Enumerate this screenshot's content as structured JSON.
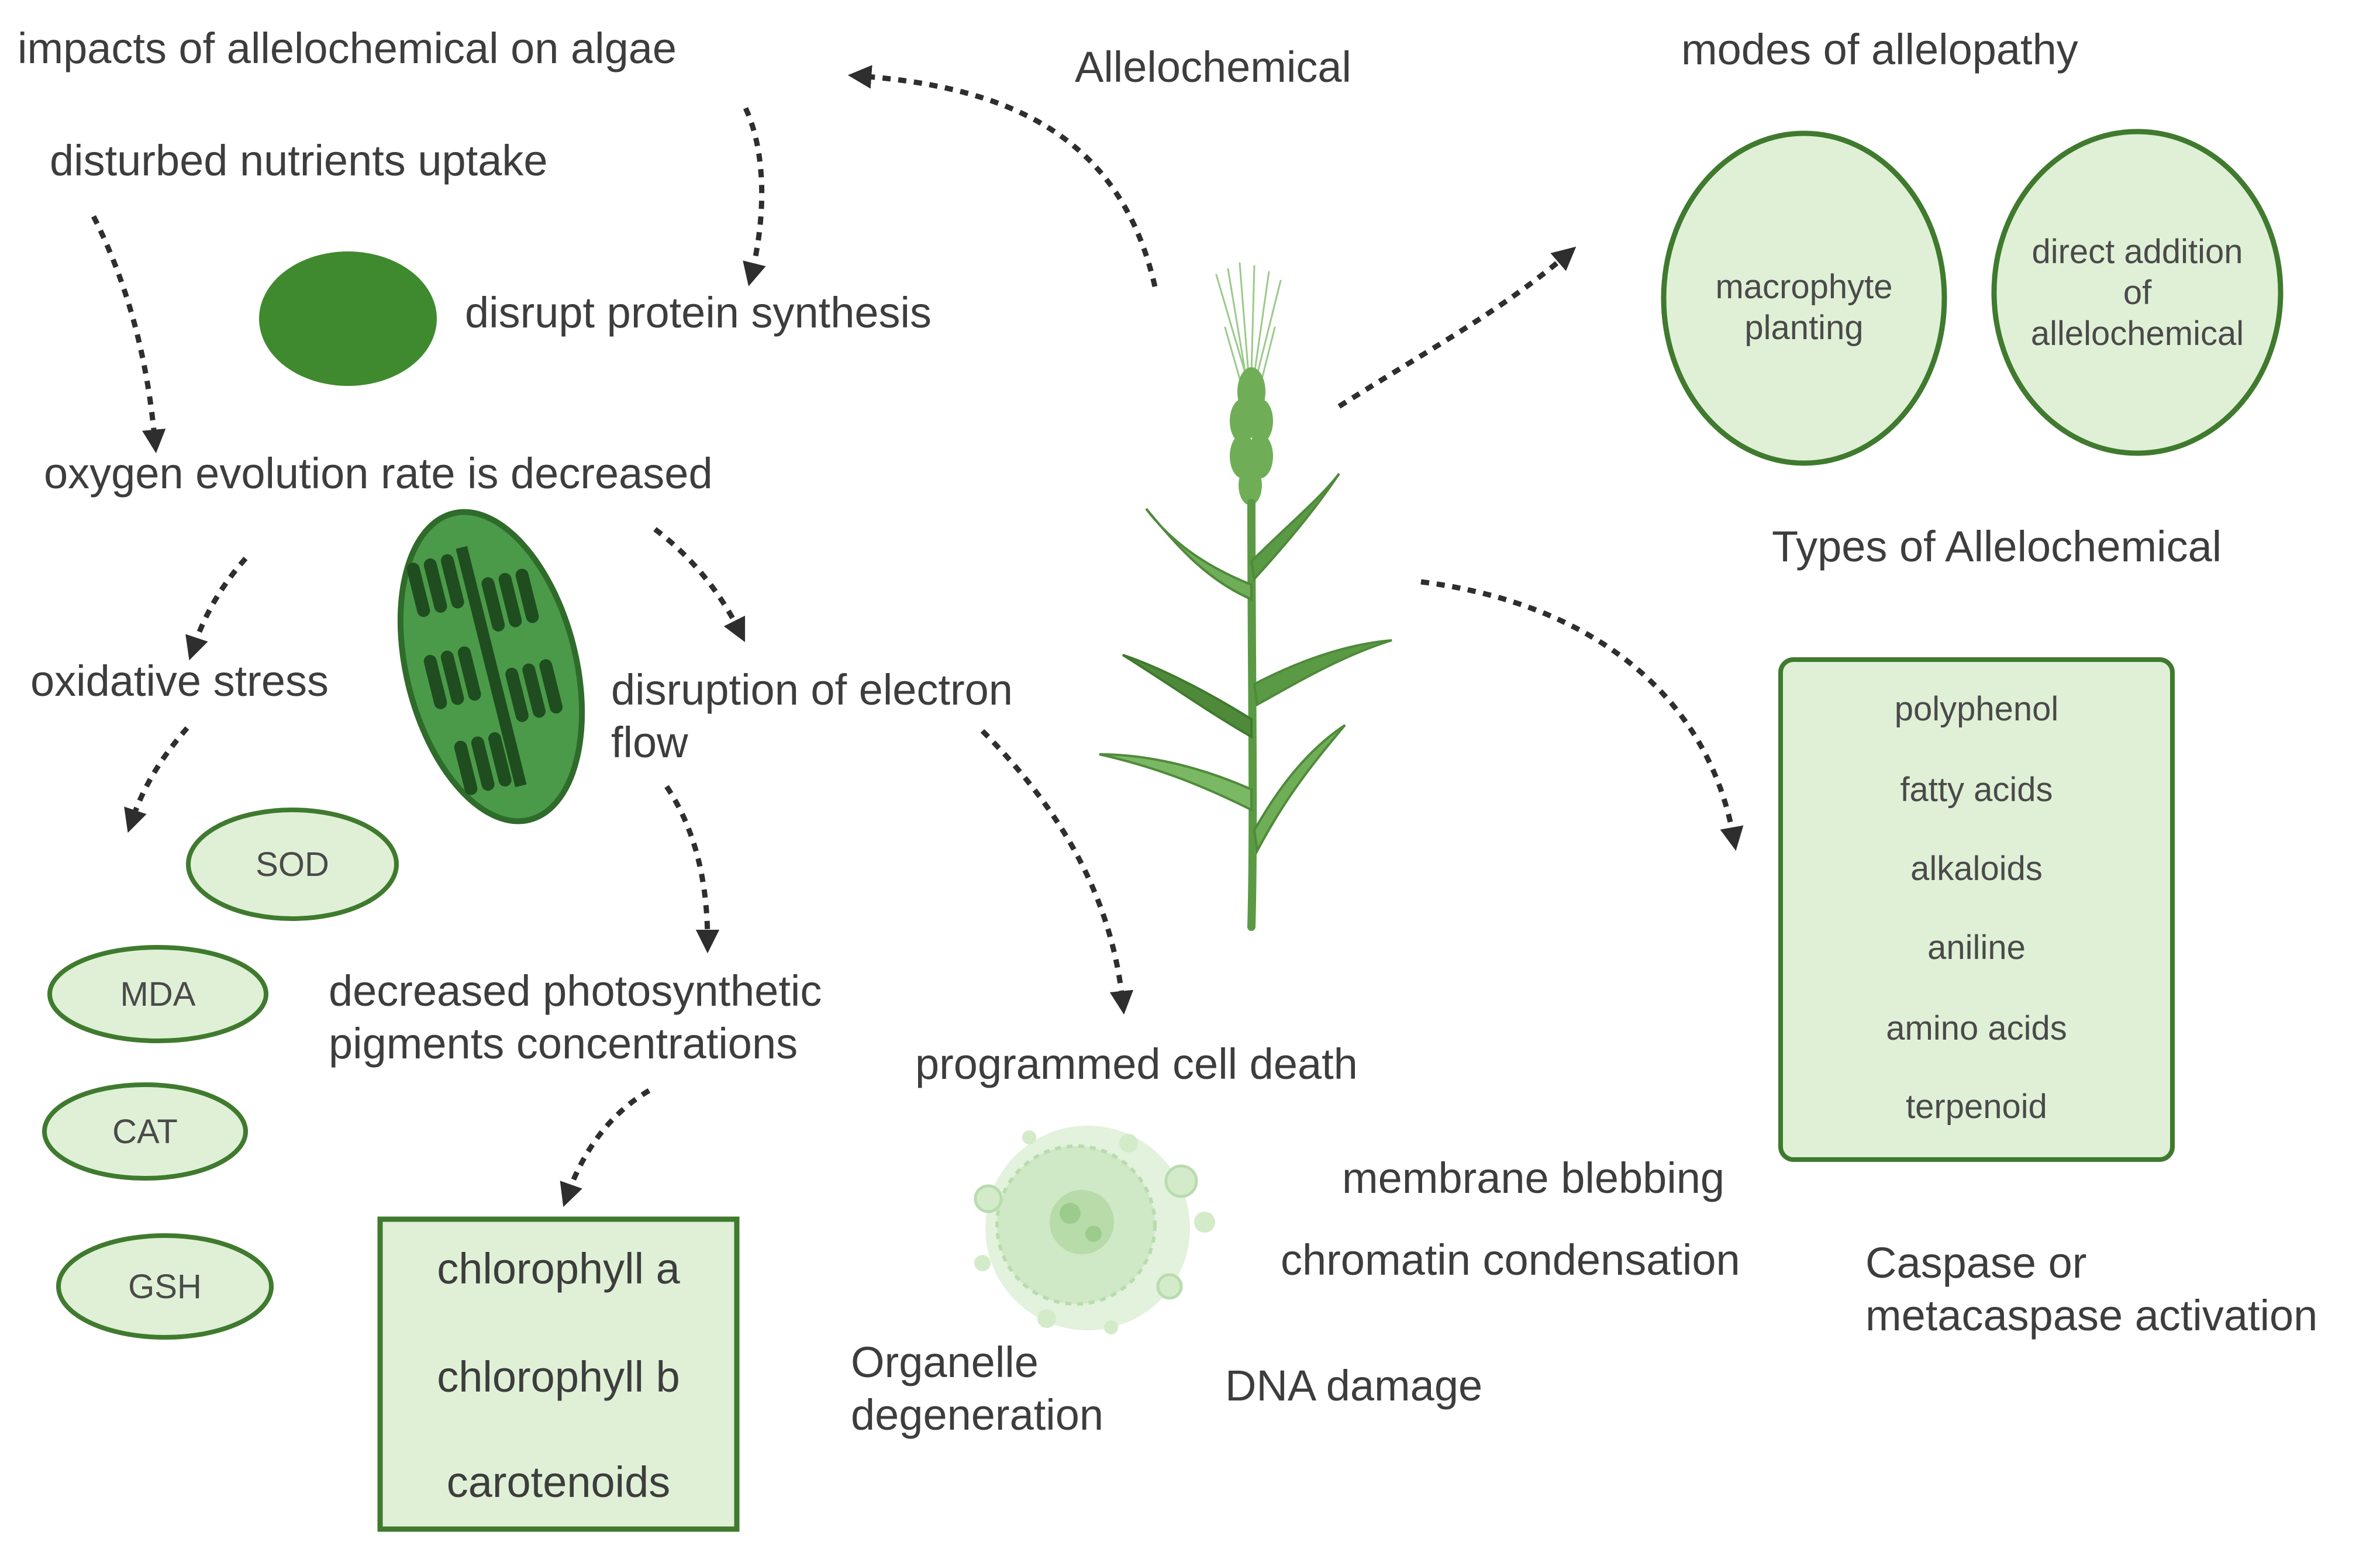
{
  "labels": {
    "impacts": "impacts of allelochemical on algae",
    "allelochemical": "Allelochemical",
    "modes": "modes of allelopathy",
    "nutrients": "disturbed nutrients uptake",
    "protein": "disrupt protein synthesis",
    "oxygen": "oxygen evolution rate is decreased",
    "oxidative": "oxidative stress",
    "electron_line1": "disruption of electron",
    "electron_line2": "flow",
    "pigments_line1": "decreased photosynthetic",
    "pigments_line2": "pigments concentrations",
    "pcd": "programmed cell death",
    "types": "Types of Allelochemical",
    "membrane": "membrane blebbing",
    "chromatin": "chromatin condensation",
    "caspase_line1": "Caspase or",
    "caspase_line2": "metacaspase activation",
    "organelle_line1": "Organelle",
    "organelle_line2": "degeneration",
    "dna": "DNA damage"
  },
  "modes_circles": {
    "left_line1": "macrophyte",
    "left_line2": "planting",
    "right_line1": "direct addition",
    "right_line2": "of",
    "right_line3": "allelochemical"
  },
  "enzymes": [
    "SOD",
    "MDA",
    "CAT",
    "GSH"
  ],
  "pigments": [
    "chlorophyll a",
    "chlorophyll b",
    "carotenoids"
  ],
  "allelochemical_types": [
    "polyphenol",
    "fatty acids",
    "alkaloids",
    "aniline",
    "amino acids",
    "terpenoid"
  ],
  "colors": {
    "light_green_fill": "#dff0d6",
    "green_stroke": "#4f8a3b",
    "dark_green": "#3f8a2e",
    "chloroplast": "#4a9a4a",
    "text": "#3d3d3d"
  },
  "icons": {
    "plant": "wheat-plant-icon",
    "chloroplast": "chloroplast-icon",
    "cell": "apoptotic-cell-icon",
    "ellipse": "algae-cell-icon"
  }
}
